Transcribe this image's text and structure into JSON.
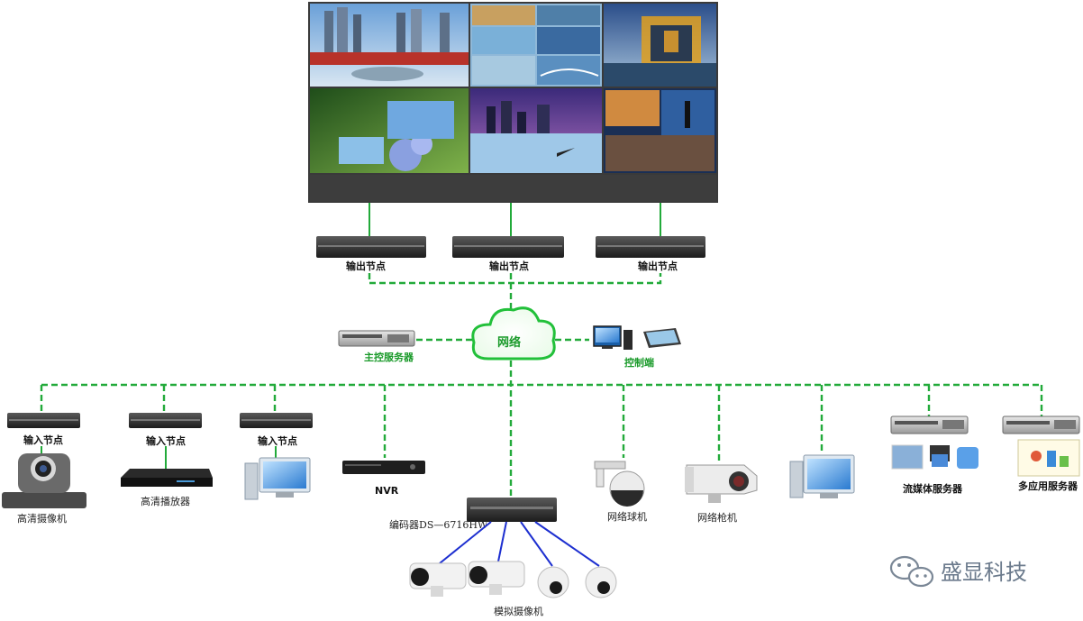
{
  "cloud_label": "网络",
  "output_nodes": [
    "输出节点",
    "输出节点",
    "输出节点"
  ],
  "input_nodes": [
    "输入节点",
    "输入节点",
    "输入节点"
  ],
  "master_server": "主控服务器",
  "control_end": "控制端",
  "hd_camera": "高清摄像机",
  "hd_player": "高清播放器",
  "nvr": "NVR",
  "encoder": "编码器DS—6716HW",
  "analog_cameras": "模拟摄像机",
  "dome_camera": "网络球机",
  "bullet_camera": "网络枪机",
  "streaming_server": "流媒体服务器",
  "multi_app_server": "多应用服务器",
  "watermark": "盛显科技",
  "colors": {
    "link": "#22aa3a",
    "analog_link": "#1d2fd0",
    "label_green": "#1a9a2a"
  }
}
